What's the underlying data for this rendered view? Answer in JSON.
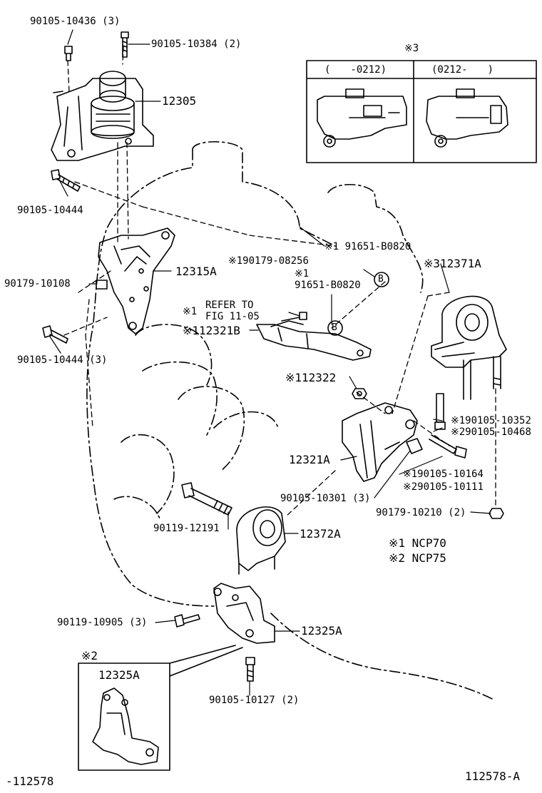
{
  "labels": {
    "p_90105_10436": "90105-10436 (3)",
    "p_90105_10384": "90105-10384 (2)",
    "p_12305": "12305",
    "p_90105_10444_a": "90105-10444",
    "p_12315a": "12315A",
    "p_90179_10108": "90179-10108",
    "p_90105_10444_b": "90105-10444 (3)",
    "ref_mark1": "※1",
    "ref_refer_to": "REFER TO",
    "ref_fig": "FIG 11-05",
    "p_112321b": "※112321B",
    "p_91651_b0820_a": "※1 91651-B0820",
    "p_190179_08256": "※190179-08256",
    "p_mark1_b": "※1",
    "p_91651_b0820_b": "91651-B0820",
    "p_312371a": "※312371A",
    "p_112322": "※112322",
    "p_190105_10352": "※190105-10352",
    "p_290105_10468": "※290105-10468",
    "p_12321a": "12321A",
    "p_190105_10164": "※190105-10164",
    "p_290105_10111": "※290105-10111",
    "p_90105_10301": "90105-10301 (3)",
    "p_90179_10210": "90179-10210 (2)",
    "p_90119_12191": "90119-12191",
    "p_12372a": "12372A",
    "note_ncp70": "※1 NCP70",
    "note_ncp75": "※2 NCP75",
    "p_90119_10905": "90119-10905 (3)",
    "p_12325a": "12325A",
    "p_90105_10127": "90105-10127 (2)",
    "inset2_mark": "※2",
    "inset2_part": "12325A",
    "code_left": "-112578",
    "code_right": "112578-A"
  },
  "inset3": {
    "mark": "※3",
    "col_left": "(　　-0212)",
    "col_right": "(0212-　　)"
  },
  "callout_b": "B"
}
